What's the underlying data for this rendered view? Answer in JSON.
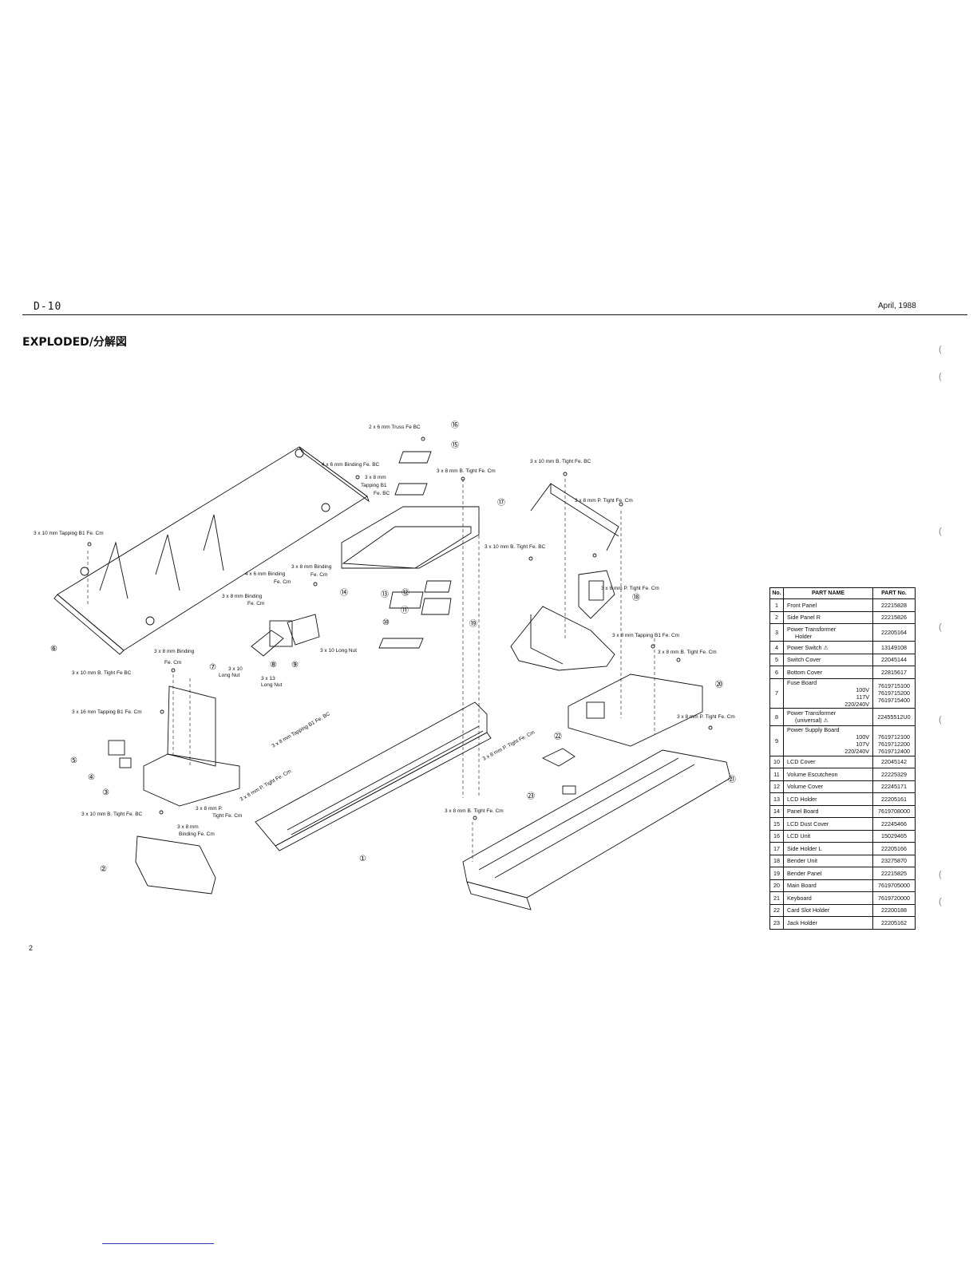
{
  "header": {
    "model": "D-10",
    "date": "April, 1988",
    "page": "2"
  },
  "title": "EXPLODED/分解図",
  "diagram": {
    "hardware_labels": [
      "2 x 6 mm Truss Fe BC",
      "4 x 6 mm Binding Fe. BC",
      "3 x 8 mm",
      "Tapping B1",
      "Fe. BC",
      "3 x 8 mm B. Tight Fe. Cm",
      "3 x 10 mm B. Tight Fe. BC",
      "3 x 8 mm P. Tight Fe. Cm",
      "3 x 10 mm Tapping B1 Fe. Cm",
      "3 x 8 mm Binding",
      "4 x 6 mm Binding",
      "Fe. Cm",
      "Fe. Cm",
      "3 x 10 mm B. Tight Fe. BC",
      "3 x 8 mm P. Tight Fe. Cm",
      "3 x 8 mm Binding",
      "Fe. Cm",
      "3 x 8 mm Tapping B1 Fe. Cm",
      "3 x 8 mm B. Tight Fe. Cm",
      "3 x 8 mm Binding",
      "Fe. Cm",
      "3 x 10 mm B. Tight Fe BC",
      "3 x 10 Long Nut",
      "3 x 10",
      "Long Nut",
      "3 x 13",
      "Long Nut",
      "3 x 16 mm Tapping B1 Fe. Cm",
      "3 x 8 mm P. Tight Fe. Cm",
      "3 x 8 mm Tapping B1 Fe. BC",
      "3 x 8 mm P. Tight Fe. Cm",
      "3 x 8 mm P.",
      "Tight Fe. Cm",
      "3 x 8 mm",
      "Binding Fe. Cm",
      "3 x 10 mm B. Tight Fe. BC",
      "3 x 8 mm B. Tight Fe. Cm",
      "3 x 8 mm P. Tight Fe. Cm"
    ],
    "callouts": [
      "①",
      "②",
      "③",
      "④",
      "⑤",
      "⑥",
      "⑦",
      "⑧",
      "⑨",
      "⑩",
      "⑪",
      "⑫",
      "⑬",
      "⑭",
      "⑮",
      "⑯",
      "⑰",
      "⑱",
      "⑲",
      "⑳",
      "㉑",
      "㉒",
      "㉓"
    ]
  },
  "parts_table": {
    "headers": {
      "no": "No.",
      "name": "PART NAME",
      "part_no": "PART No."
    },
    "rows": [
      {
        "no": "1",
        "name": "Front Panel",
        "pno": "22215828"
      },
      {
        "no": "2",
        "name": "Side Panel R",
        "pno": "22215826"
      },
      {
        "no": "3",
        "name": "Power Transformer",
        "name2": "Holder",
        "pno": "22205164"
      },
      {
        "no": "4",
        "name": "Power Switch ⚠",
        "pno": "13149108"
      },
      {
        "no": "5",
        "name": "Switch Cover",
        "pno": "22045144"
      },
      {
        "no": "6",
        "name": "Bottom Cover",
        "pno": "22815617"
      },
      {
        "no": "7",
        "name": "Fuse Board",
        "variants": [
          "100V",
          "117V",
          "220/240V"
        ],
        "pnos": [
          "7619715100",
          "7619715200",
          "7619715400"
        ]
      },
      {
        "no": "8",
        "name": "Power Transformer",
        "name2": "(universal) ⚠",
        "pno": "22455512U0"
      },
      {
        "no": "9",
        "name": "Power Supply Board",
        "variants": [
          "100V",
          "107V",
          "220/240V"
        ],
        "pnos": [
          "7619712100",
          "7619712200",
          "7619712400"
        ]
      },
      {
        "no": "10",
        "name": "LCD Cover",
        "pno": "22045142"
      },
      {
        "no": "11",
        "name": "Volume Escutcheon",
        "pno": "22225329"
      },
      {
        "no": "12",
        "name": "Volume Cover",
        "pno": "22245171"
      },
      {
        "no": "13",
        "name": "LCD Holder",
        "pno": "22205161"
      },
      {
        "no": "14",
        "name": "Panel Board",
        "pno": "7619708000"
      },
      {
        "no": "15",
        "name": "LCD Dust Cover",
        "pno": "22245466"
      },
      {
        "no": "16",
        "name": "LCD Unit",
        "pno": "15029465"
      },
      {
        "no": "17",
        "name": "Side Holder L",
        "pno": "22205166"
      },
      {
        "no": "18",
        "name": "Bender Unit",
        "pno": "23275870"
      },
      {
        "no": "19",
        "name": "Bender Panel",
        "pno": "22215825"
      },
      {
        "no": "20",
        "name": "Main Board",
        "pno": "7619705000"
      },
      {
        "no": "21",
        "name": "Keyboard",
        "pno": "7619720000"
      },
      {
        "no": "22",
        "name": "Card Slot Holder",
        "pno": "22200188"
      },
      {
        "no": "23",
        "name": "Jack Holder",
        "pno": "22205162"
      }
    ]
  },
  "colors": {
    "ink": "#111111",
    "paper": "#ffffff",
    "link": "#2a3fb0"
  }
}
